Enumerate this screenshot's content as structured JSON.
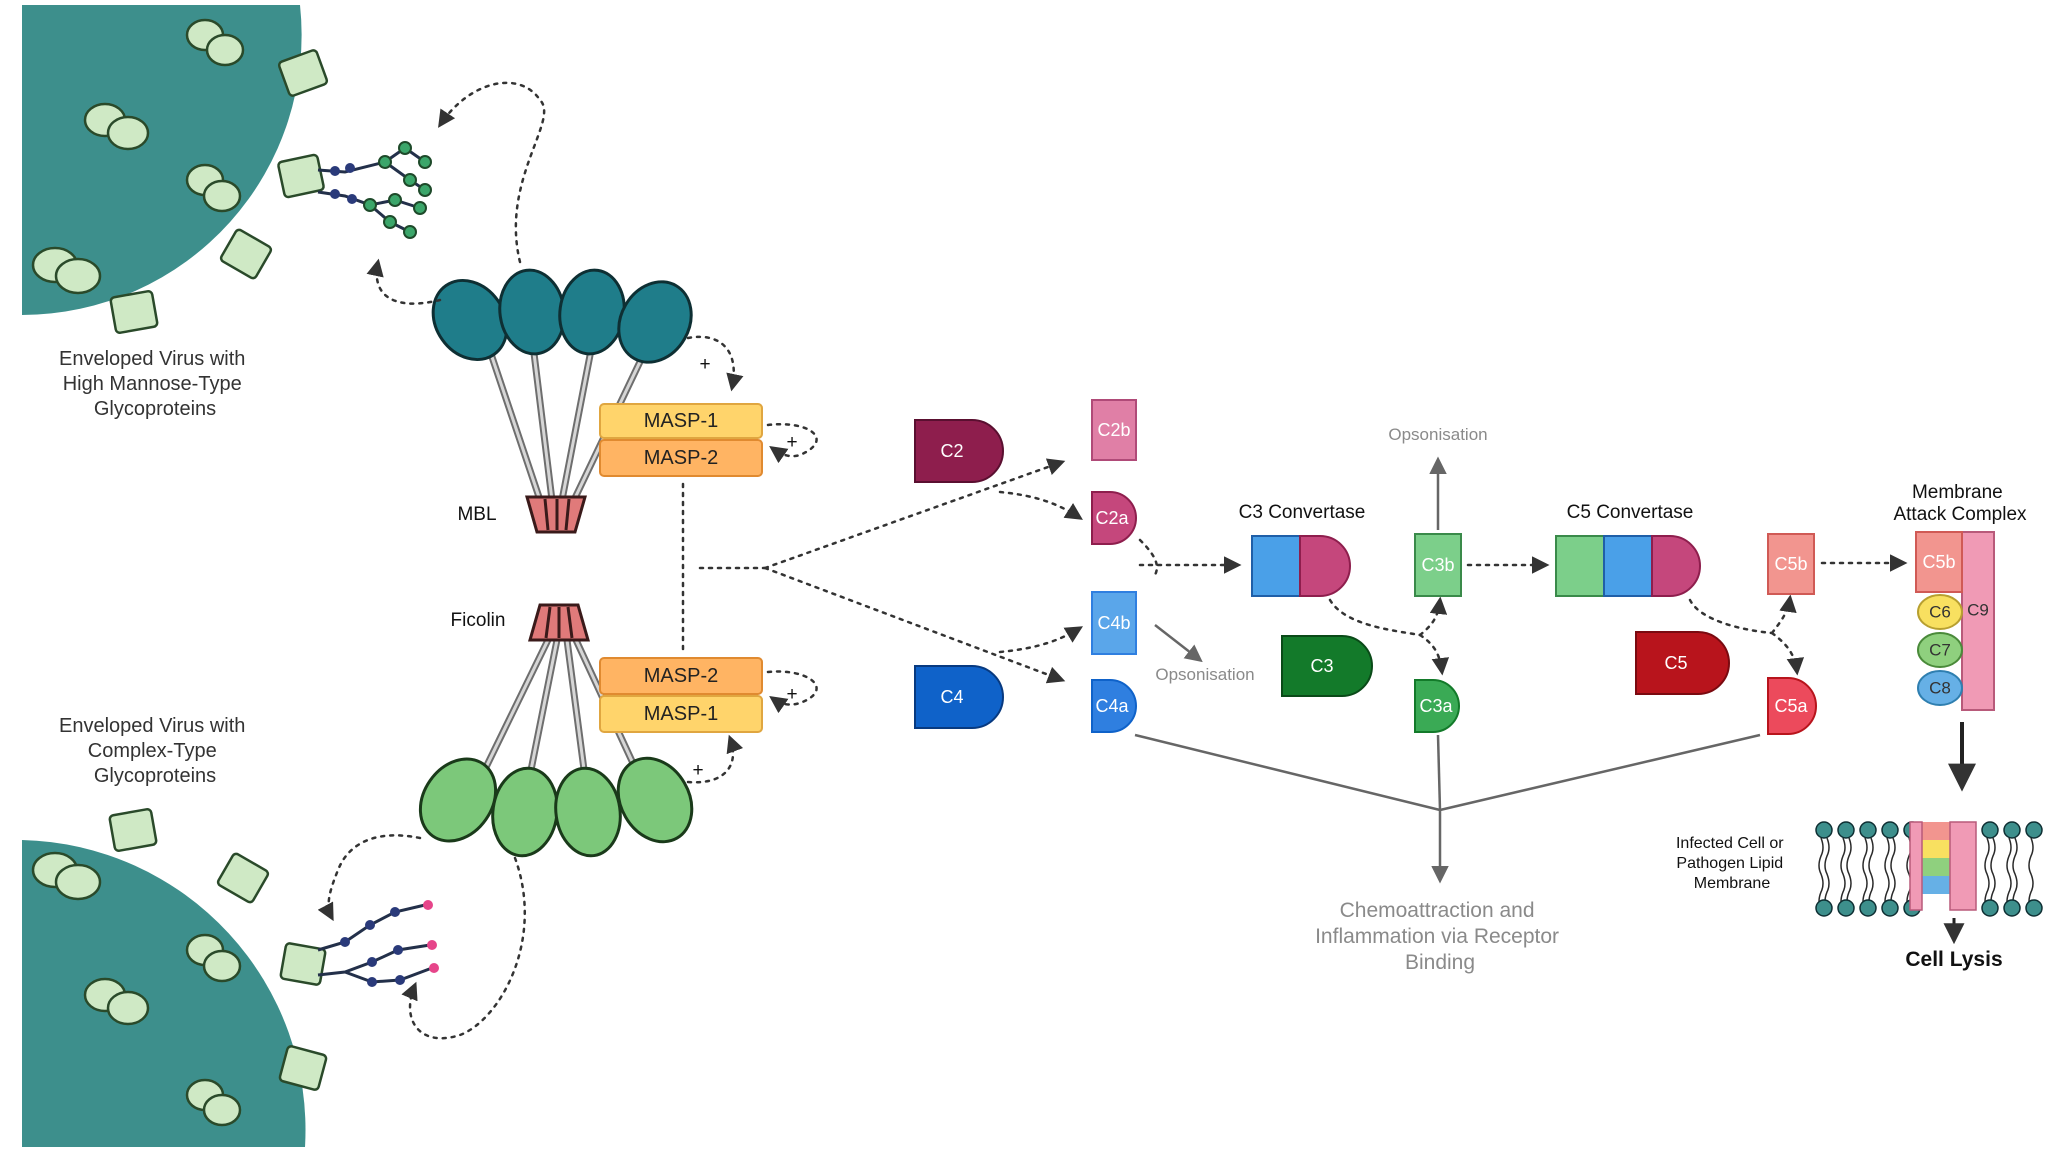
{
  "pathogens": {
    "top_label": [
      "Enveloped Virus with",
      "High Mannose-Type",
      "Glycoproteins"
    ],
    "bottom_label": [
      "Enveloped Virus with",
      "Complex-Type",
      "Glycoproteins"
    ]
  },
  "lectins": {
    "mbl": "MBL",
    "ficolin": "Ficolin",
    "masp1": "MASP-1",
    "masp2": "MASP-2",
    "plus": "+"
  },
  "components": {
    "c2": "C2",
    "c2b": "C2b",
    "c2a": "C2a",
    "c4": "C4",
    "c4b": "C4b",
    "c4a": "C4a",
    "c3": "C3",
    "c3b": "C3b",
    "c3a": "C3a",
    "c5": "C5",
    "c5b": "C5b",
    "c5a": "C5a",
    "c6": "C6",
    "c7": "C7",
    "c8": "C8",
    "c9": "C9"
  },
  "labels": {
    "c3_convertase": "C3 Convertase",
    "c5_convertase": "C5 Convertase",
    "mac": [
      "Membrane",
      "Attack Complex"
    ],
    "opsonisation_top": "Opsonisation",
    "opsonisation_mid": "Opsonisation",
    "chemo": [
      "Chemoattraction and",
      "Inflammation via Receptor",
      "Binding"
    ],
    "membrane": [
      "Infected Cell or",
      "Pathogen Lipid",
      "Membrane"
    ],
    "cell_lysis": "Cell Lysis"
  },
  "colors": {
    "virus": "#3d8f8c",
    "mbl_head": "#1f7d8a",
    "ficolin_head": "#7cc87a",
    "collar": "#e07a7a",
    "masp1": "#ffd46b",
    "masp2": "#ffb463",
    "c2": "#8e1e4d",
    "c2a": "#c5477c",
    "c2b": "#e07fa6",
    "c4": "#0f62c9",
    "c4a": "#2f7fe0",
    "c4b": "#5aa6ea",
    "c3": "#137a2a",
    "c3b": "#7ccf8a",
    "c3a": "#3aaa55",
    "c5": "#b8141c",
    "c5b": "#f2958f",
    "c5a": "#ec4a5c",
    "c6": "#f8e060",
    "c7": "#8fd07e",
    "c8": "#66b0e6",
    "c9": "#f09ab5"
  }
}
